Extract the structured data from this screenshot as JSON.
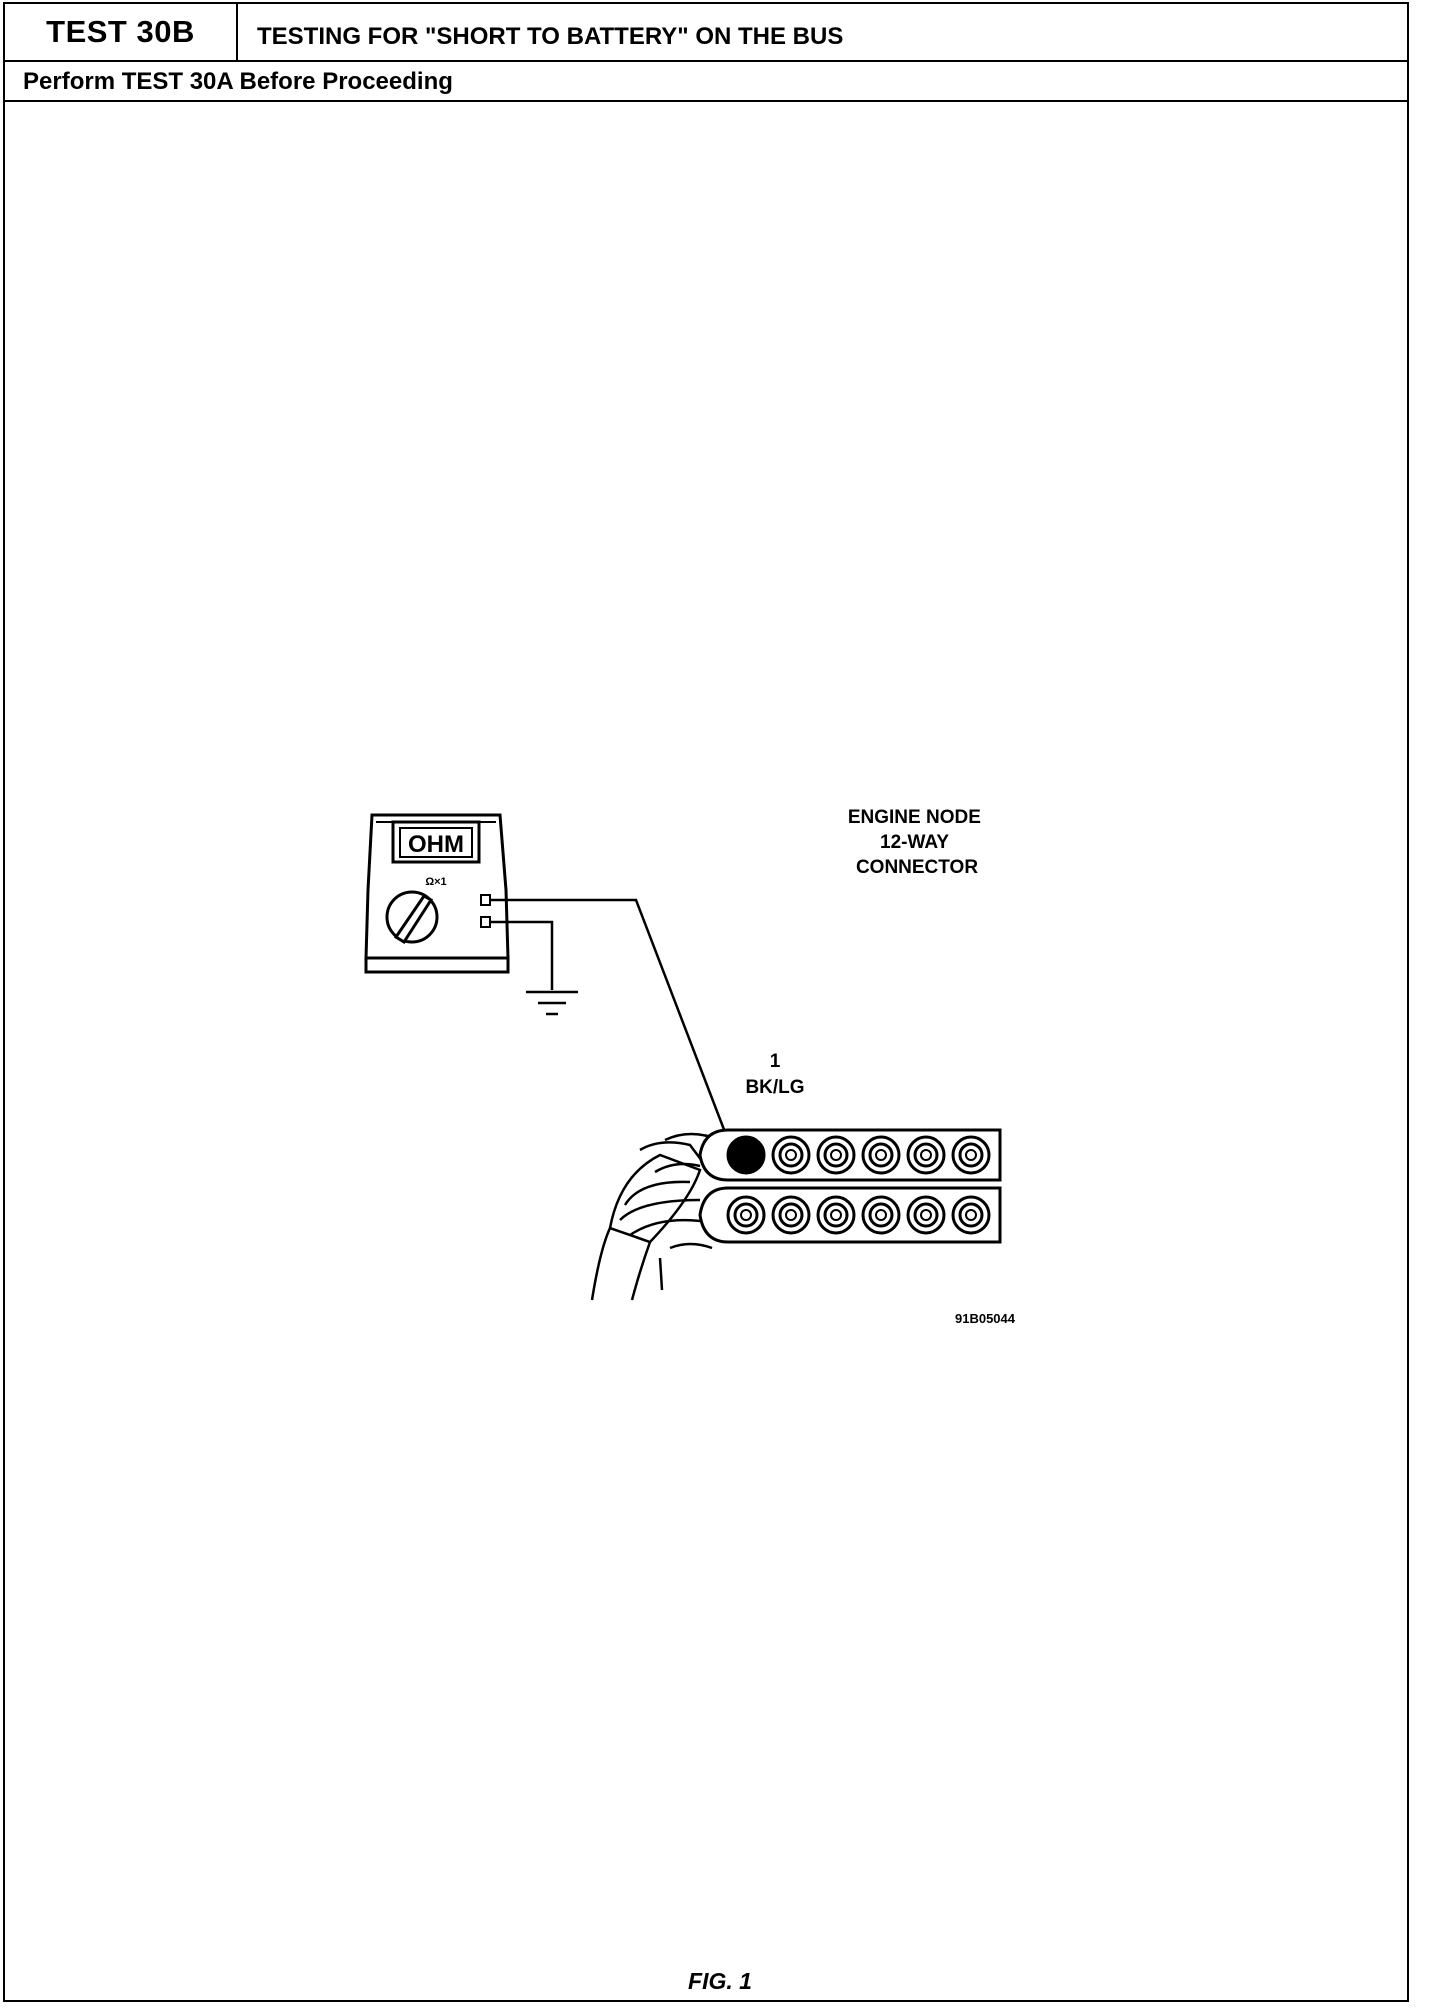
{
  "header": {
    "test_id": "TEST 30B",
    "title": "TESTING FOR \"SHORT TO BATTERY\" ON THE BUS",
    "subtitle": "Perform TEST 30A Before Proceeding"
  },
  "diagram": {
    "meter": {
      "display": "OHM",
      "range_label": "Ω×1"
    },
    "connector": {
      "label_lines": [
        "ENGINE NODE",
        "12-WAY",
        "CONNECTOR"
      ],
      "pin_number": "1",
      "wire_color": "BK/LG",
      "rows": 2,
      "pins_per_row": 6
    },
    "part_number": "91B05044"
  },
  "figure_caption": "FIG. 1"
}
